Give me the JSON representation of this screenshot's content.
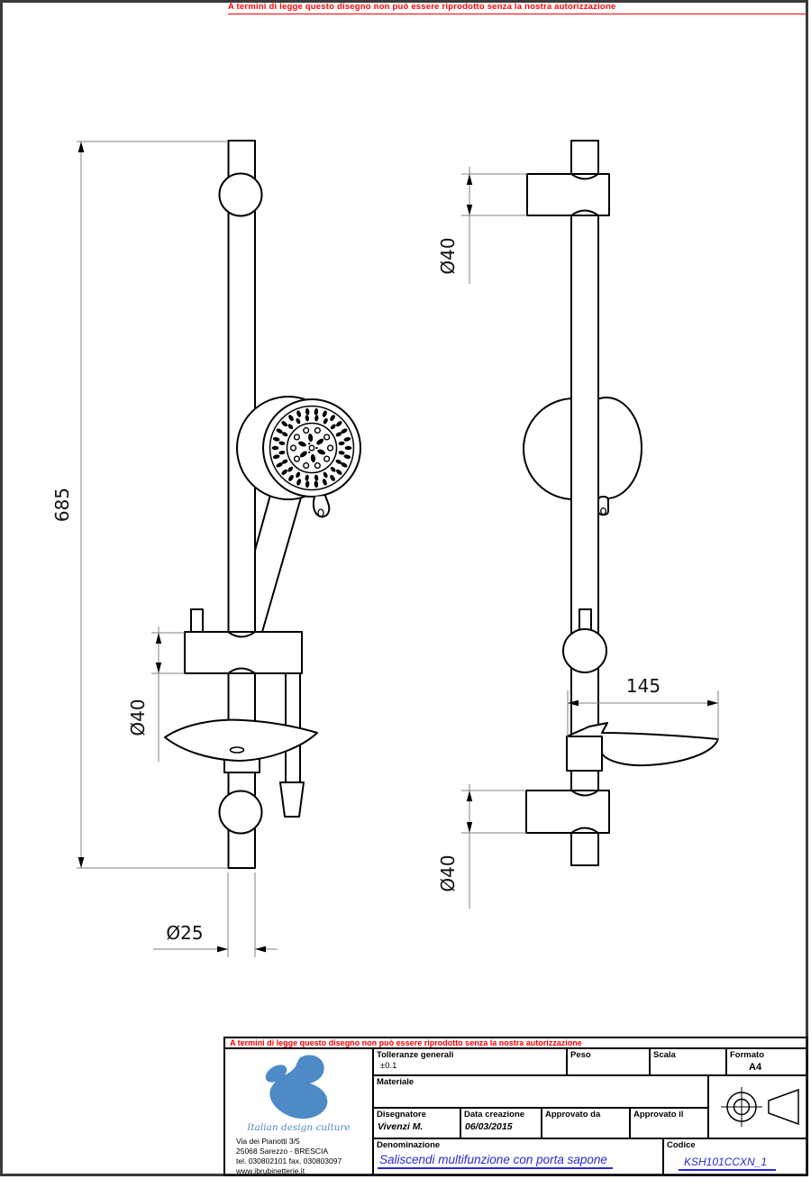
{
  "legal": {
    "disclaimer": "A termini di legge questo disegno non può essere riprodotto senza la nostra autorizzazione"
  },
  "drawing": {
    "dims": {
      "overall_height": "685",
      "holder_diameter_front": "Ø40",
      "rail_diameter": "Ø25",
      "top_bracket_diameter": "Ø40",
      "soap_dish_length": "145",
      "bottom_bracket_diameter": "Ø40"
    }
  },
  "title_block": {
    "tolleranze_label": "Tolleranze generali",
    "tolleranze_value": "±0.1",
    "peso_label": "Peso",
    "scala_label": "Scala",
    "formato_label": "Formato",
    "formato_value": "A4",
    "materiale_label": "Materiale",
    "disegnatore_label": "Disegnatore",
    "disegnatore_value": "Vivenzi M.",
    "data_creazione_label": "Data creazione",
    "data_creazione_value": "06/03/2015",
    "approvato_da_label": "Approvato da",
    "approvato_il_label": "Approvato il",
    "denominazione_label": "Denominazione",
    "denominazione_value": "Saliscendi multifunzione con  porta sapone",
    "codice_label": "Codice",
    "codice_value": "KSH101CCXN_1"
  },
  "company": {
    "tagline": "Italian design culture",
    "address_line1": "Via dei Pianotti 3/5",
    "address_line2": "25068 Sarezzo - BRESCIA",
    "address_line3": "tel. 030802101 fax. 030803097",
    "address_line4": "www.ibrubinetterie.it"
  },
  "colors": {
    "accent_blue": "#4d8ac6",
    "value_blue": "#2a2ad0",
    "warning_red": "#ff0000"
  }
}
